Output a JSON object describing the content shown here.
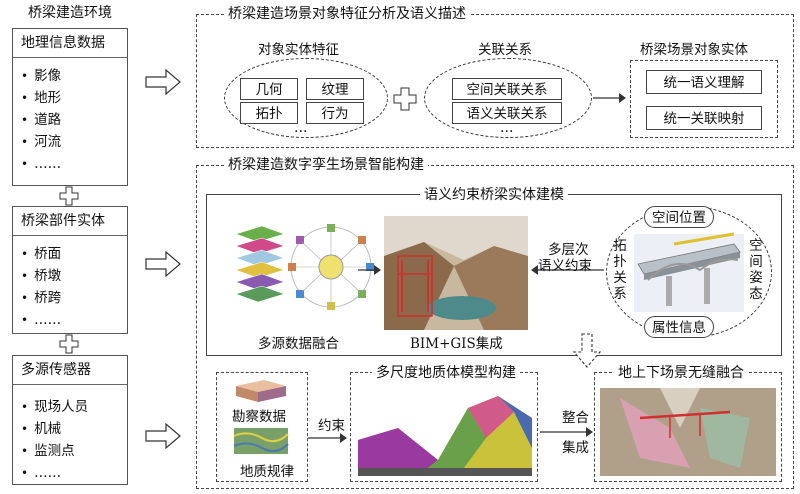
{
  "left": {
    "title": "桥梁建造环境",
    "geo": {
      "header": "地理信息数据",
      "items": [
        "影像",
        "地形",
        "道路",
        "河流",
        "……"
      ]
    },
    "parts": {
      "header": "桥梁部件实体",
      "items": [
        "桥面",
        "桥墩",
        "桥跨",
        "……"
      ]
    },
    "sensors": {
      "header": "多源传感器",
      "items": [
        "现场人员",
        "机械",
        "监测点",
        "……"
      ]
    }
  },
  "top": {
    "title": "桥梁建造场景对象特征分析及语义描述",
    "entity": {
      "label": "对象实体特征",
      "items": [
        "几何",
        "纹理",
        "拓扑",
        "行为",
        "…"
      ]
    },
    "relation": {
      "label": "关联关系",
      "items": [
        "空间关联关系",
        "语义关联关系",
        "…"
      ]
    },
    "scene": {
      "label": "桥梁场景对象实体",
      "items": [
        "统一语义理解",
        "统一关联映射"
      ]
    }
  },
  "bottom": {
    "title": "桥梁建造数字孪生场景智能构建",
    "semantic": {
      "title": "语义约束桥梁实体建模",
      "fusion_label": "多源数据融合",
      "bim_label": "BIM+GIS集成",
      "constraint_label_1": "多层次",
      "constraint_label_2": "语义约束",
      "spatial_position": "空间位置",
      "attribute_info": "属性信息",
      "topology_relation": "拓扑关系",
      "spatial_pose": "空间姿态"
    },
    "survey": "勘察数据",
    "geo_law": "地质规律",
    "constraint": "约束",
    "geomodel_title": "多尺度地质体模型构建",
    "integrate_1": "整合",
    "integrate_2": "集成",
    "fusion_title": "地上下场景无缝融合"
  },
  "colors": {
    "terrain_brown": "#8a6a4a",
    "water": "#4f8a8a",
    "geo_purple": "#9a3aa0",
    "geo_yellow": "#c9c23a",
    "geo_green": "#6aa04a",
    "bridge_red": "#d03030"
  }
}
